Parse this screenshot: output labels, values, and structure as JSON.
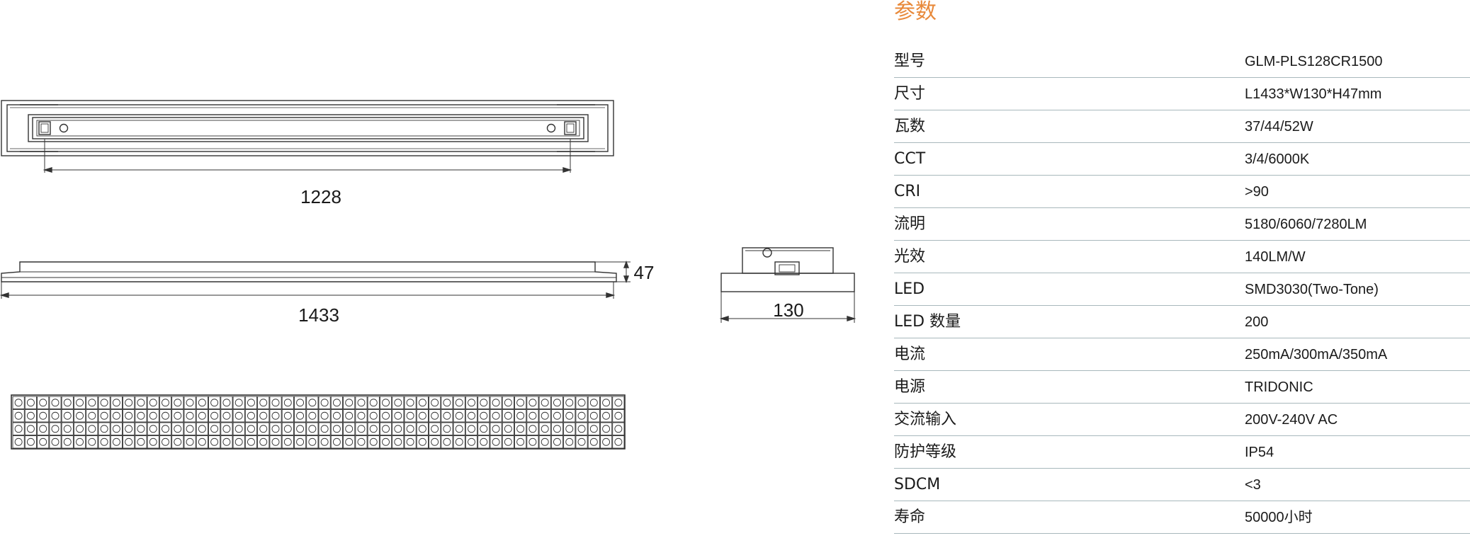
{
  "drawings": {
    "top_view_dimension": "1228",
    "side_view_height": "47",
    "side_view_length": "1433",
    "end_view_width": "130"
  },
  "params": {
    "title": "参数",
    "rows": [
      {
        "key": "型号",
        "value": "GLM-PLS128CR1500"
      },
      {
        "key": "尺寸",
        "value": "L1433*W130*H47mm"
      },
      {
        "key": "瓦数",
        "value": "37/44/52W"
      },
      {
        "key": "CCT",
        "value": "3/4/6000K"
      },
      {
        "key": "CRI",
        "value": ">90"
      },
      {
        "key": "流明",
        "value": "5180/6060/7280LM"
      },
      {
        "key": "光效",
        "value": "140LM/W"
      },
      {
        "key": "LED",
        "value": "SMD3030(Two-Tone)"
      },
      {
        "key": "LED  数量",
        "value": "200"
      },
      {
        "key": "电流",
        "value": "250mA/300mA/350mA"
      },
      {
        "key": "电源",
        "value": "TRIDONIC"
      },
      {
        "key": "交流输入",
        "value": "200V-240V AC"
      },
      {
        "key": "防护等级",
        "value": "IP54"
      },
      {
        "key": "SDCM",
        "value": "<3"
      },
      {
        "key": "寿命",
        "value": "50000小时"
      }
    ]
  }
}
